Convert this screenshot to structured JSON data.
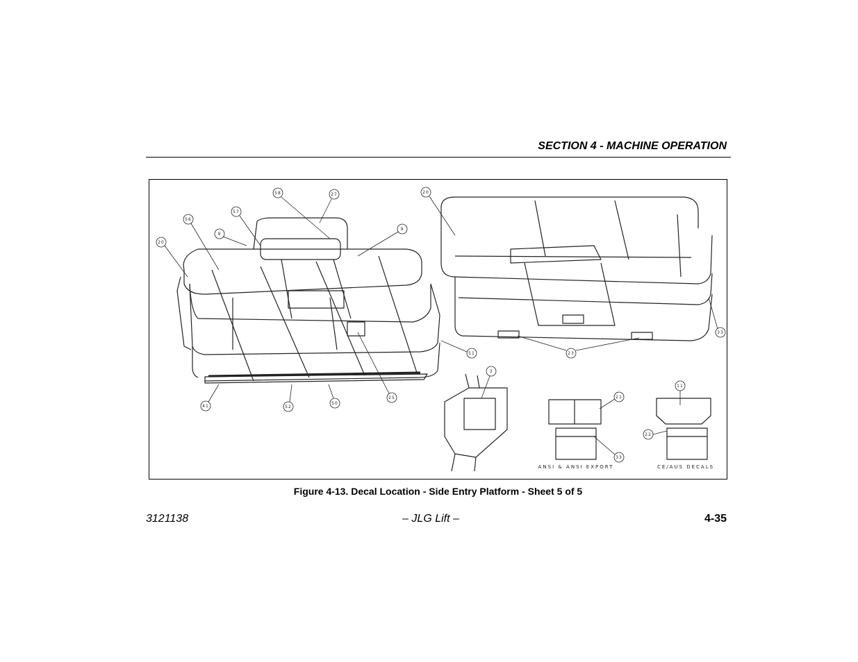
{
  "header": {
    "section_title": "SECTION 4 - MACHINE OPERATION"
  },
  "figure": {
    "caption": "Figure 4-13. Decal Location - Side Entry Platform - Sheet 5 of 5",
    "callouts": [
      "20",
      "56",
      "57",
      "9",
      "58",
      "27",
      "9",
      "20",
      "33",
      "51",
      "23",
      "41",
      "52",
      "50",
      "25",
      "3",
      "21",
      "33",
      "11",
      "22"
    ],
    "sublabels": {
      "ansi": "ANSI & ANSI EXPORT",
      "ceaus": "CE/AUS DECALS"
    }
  },
  "footer": {
    "doc_number": "3121138",
    "center": "– JLG Lift –",
    "page": "4-35"
  }
}
